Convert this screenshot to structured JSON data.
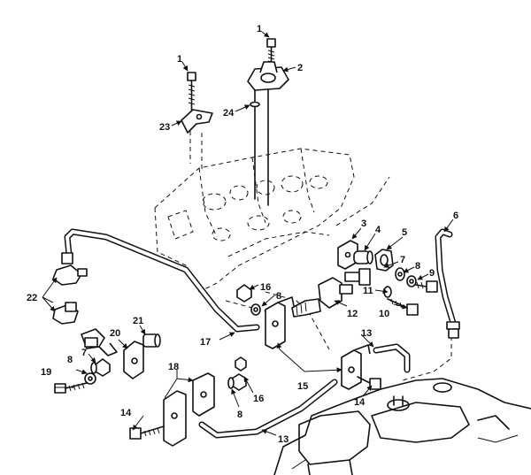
{
  "callouts": {
    "c1a": "1",
    "c1b": "1",
    "c2": "2",
    "c3": "3",
    "c4": "4",
    "c5": "5",
    "c6": "6",
    "c7a": "7",
    "c7b": "7",
    "c8a": "8",
    "c8b": "8",
    "c8c": "8",
    "c8d": "8",
    "c9": "9",
    "c10": "10",
    "c11": "11",
    "c12": "12",
    "c13a": "13",
    "c13b": "13",
    "c14a": "14",
    "c14b": "14",
    "c15": "15",
    "c16a": "16",
    "c16b": "16",
    "c17": "17",
    "c18": "18",
    "c19": "19",
    "c20": "20",
    "c21": "21",
    "c22": "22",
    "c23": "23",
    "c24": "24"
  }
}
